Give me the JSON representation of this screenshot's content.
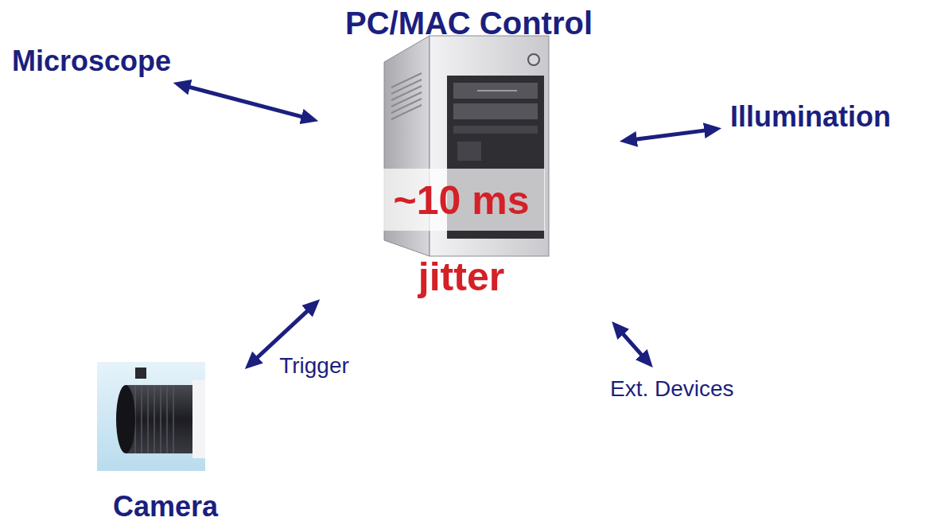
{
  "diagram": {
    "nodes": [
      {
        "text": [
          "PC/MAC Control",
          "~10 ms jitter"
        ]
      },
      {
        "text": [
          "Microscope"
        ]
      },
      {
        "text": [
          "Illumination"
        ]
      },
      {
        "text": [
          "Camera"
        ]
      },
      {
        "text": [
          "Ext. Devices"
        ]
      }
    ],
    "edges": [
      {
        "from": 0,
        "to": 1,
        "arrow": "both"
      },
      {
        "from": 0,
        "to": 2,
        "arrow": "both"
      },
      {
        "from": 0,
        "to": 3,
        "label": "Trigger",
        "arrow": "both"
      },
      {
        "from": 0,
        "to": 4,
        "arrow": "both"
      }
    ]
  }
}
